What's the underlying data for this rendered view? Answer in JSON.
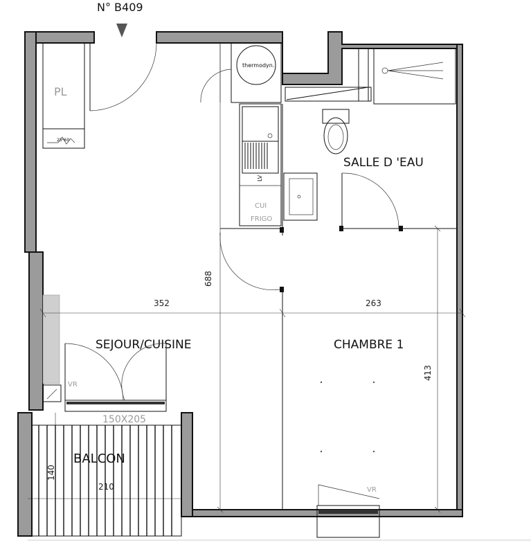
{
  "plan": {
    "unit_number": "N°  B409",
    "rooms": {
      "sejour": "SEJOUR/CUISINE",
      "chambre": "CHAMBRE 1",
      "salle_eau": "SALLE D 'EAU",
      "balcon": "BALCON",
      "placard": "PL"
    },
    "fixtures": {
      "water_heater": "thermodyn.",
      "washer": "LV",
      "kitchen": "CUI",
      "fridge": "FRIGO",
      "radiator": "25*60",
      "shutter_left": "VR",
      "shutter_right": "VR",
      "window_size": "150X205"
    },
    "dimensions": {
      "sejour_width": "352",
      "chambre_width": "263",
      "sejour_depth": "688",
      "chambre_depth": "413",
      "balcon_width": "210",
      "balcon_depth": "140"
    }
  }
}
